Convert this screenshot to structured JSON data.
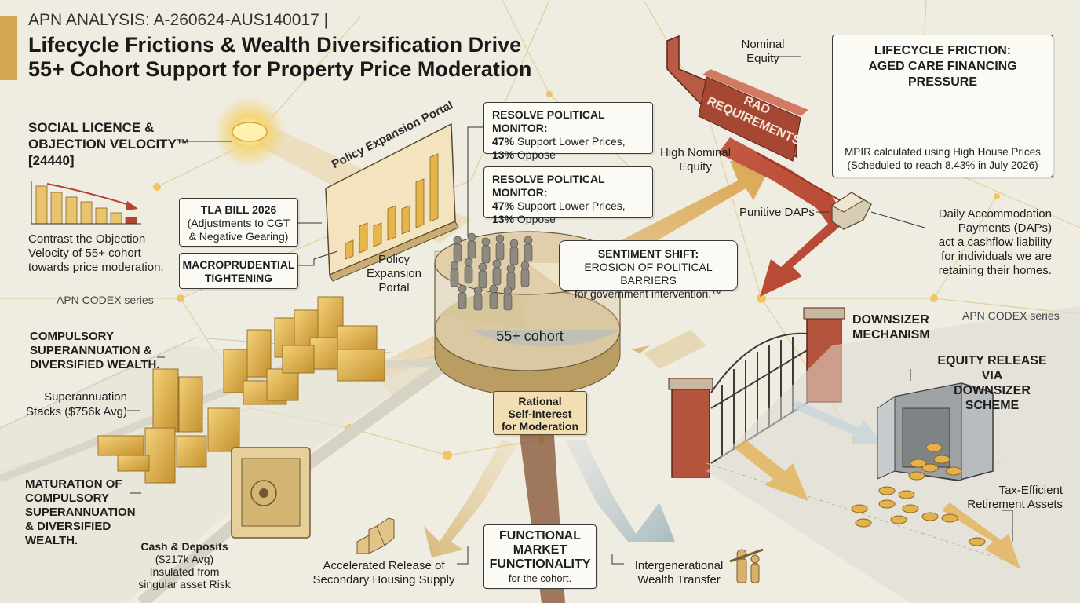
{
  "header": {
    "kicker": "APN ANALYSIS: A-260624-AUS140017 |",
    "title_line1": "Lifecycle Frictions & Wealth Diversification Drive",
    "title_line2": "55+ Cohort Support for Property Price Moderation"
  },
  "social_licence": {
    "title_line1": "SOCIAL LICENCE &",
    "title_line2": "OBJECTION VELOCITY™",
    "code": "[24440]",
    "desc_line1": "Contrast the Objection",
    "desc_line2": "Velocity of 55+ cohort",
    "desc_line3": "towards price moderation."
  },
  "codex_left": "APN CODEX series",
  "codex_right": "APN CODEX series",
  "tla_bill": {
    "line1": "TLA BILL 2026",
    "line2": "(Adjustments to CGT",
    "line3": "& Negative Gearing)"
  },
  "macroprudential": {
    "line1": "MACROPRUDENTIAL",
    "line2": "TIGHTENING"
  },
  "portal": {
    "sign_label": "Policy Expansion Portal",
    "caption_line1": "Policy",
    "caption_line2": "Expansion",
    "caption_line3": "Portal"
  },
  "resolve_1": {
    "title": "RESOLVE POLITICAL MONITOR:",
    "line1_pct": "47%",
    "line1_rest": " Support Lower Prices,",
    "line2_pct": "13%",
    "line2_rest": " Oppose"
  },
  "resolve_2": {
    "title": "RESOLVE POLITICAL MONITOR:",
    "line1_pct": "47%",
    "line1_rest": " Support Lower Prices,",
    "line2_pct": "13%",
    "line2_rest": " Oppose"
  },
  "sentiment": {
    "title": "SENTIMENT SHIFT:",
    "line1": "EROSION OF POLITICAL BARRIERS",
    "line2": "for government intervention.™"
  },
  "cohort_label": "55+ cohort",
  "rational": {
    "line1": "Rational",
    "line2": "Self-Interest",
    "line3": "for Moderation"
  },
  "functional": {
    "line1": "FUNCTIONAL",
    "line2": "MARKET",
    "line3": "FUNCTIONALITY",
    "line4": "for the cohort."
  },
  "accelerated": {
    "line1": "Accelerated Release of",
    "line2": "Secondary Housing Supply"
  },
  "intergen": {
    "line1": "Intergenerational",
    "line2": "Wealth Transfer"
  },
  "nominal_equity": {
    "line1": "Nominal",
    "line2": "Equity"
  },
  "high_nominal": {
    "line1": "High Nominal",
    "line2": "Equity"
  },
  "rad_label": {
    "line1": "RAD",
    "line2": "REQUIREMENTS"
  },
  "punitive": "Punitive DAPs",
  "daily_acc": {
    "line1": "Daily Accommodation",
    "line2": "Payments (DAPs)",
    "line3": "act a cashflow liability",
    "line4": "for individuals we are",
    "line5": "retaining their homes."
  },
  "lifecycle": {
    "title_line1": "LIFECYCLE FRICTION:",
    "title_line2": "AGED CARE FINANCING PRESSURE",
    "note_line1": "MPIR calculated using High House Prices",
    "note_line2": "(Scheduled to reach 8.43% in July 2026)"
  },
  "downsizer": {
    "line1": "DOWNSIZER",
    "line2": "MECHANISM"
  },
  "equity_release": {
    "line1": "EQUITY RELEASE VIA",
    "line2": "DOWNSIZER SCHEME"
  },
  "tax_efficient": {
    "line1": "Tax-Efficient",
    "line2": "Retirement Assets"
  },
  "compulsory_top": {
    "line1": "COMPULSORY",
    "line2": "SUPERANNUATION &",
    "line3": "DIVERSIFIED WEALTH."
  },
  "super_stacks": {
    "line1": "Superannuation",
    "line2": "Stacks ($756k Avg)"
  },
  "maturation": {
    "line1": "MATURATION OF",
    "line2": "COMPULSORY",
    "line3": "SUPERANNUATION",
    "line4": "& DIVERSIFIED",
    "line5": "WEALTH."
  },
  "cash": {
    "line1": "Cash & Deposits",
    "line2": "($217k Avg)",
    "line3": "Insulated from",
    "line4": "singular asset Risk"
  },
  "colors": {
    "red": "#b5432f",
    "gold": "#d9a93c",
    "ink": "#1e1e1e",
    "paper": "#efece2"
  }
}
